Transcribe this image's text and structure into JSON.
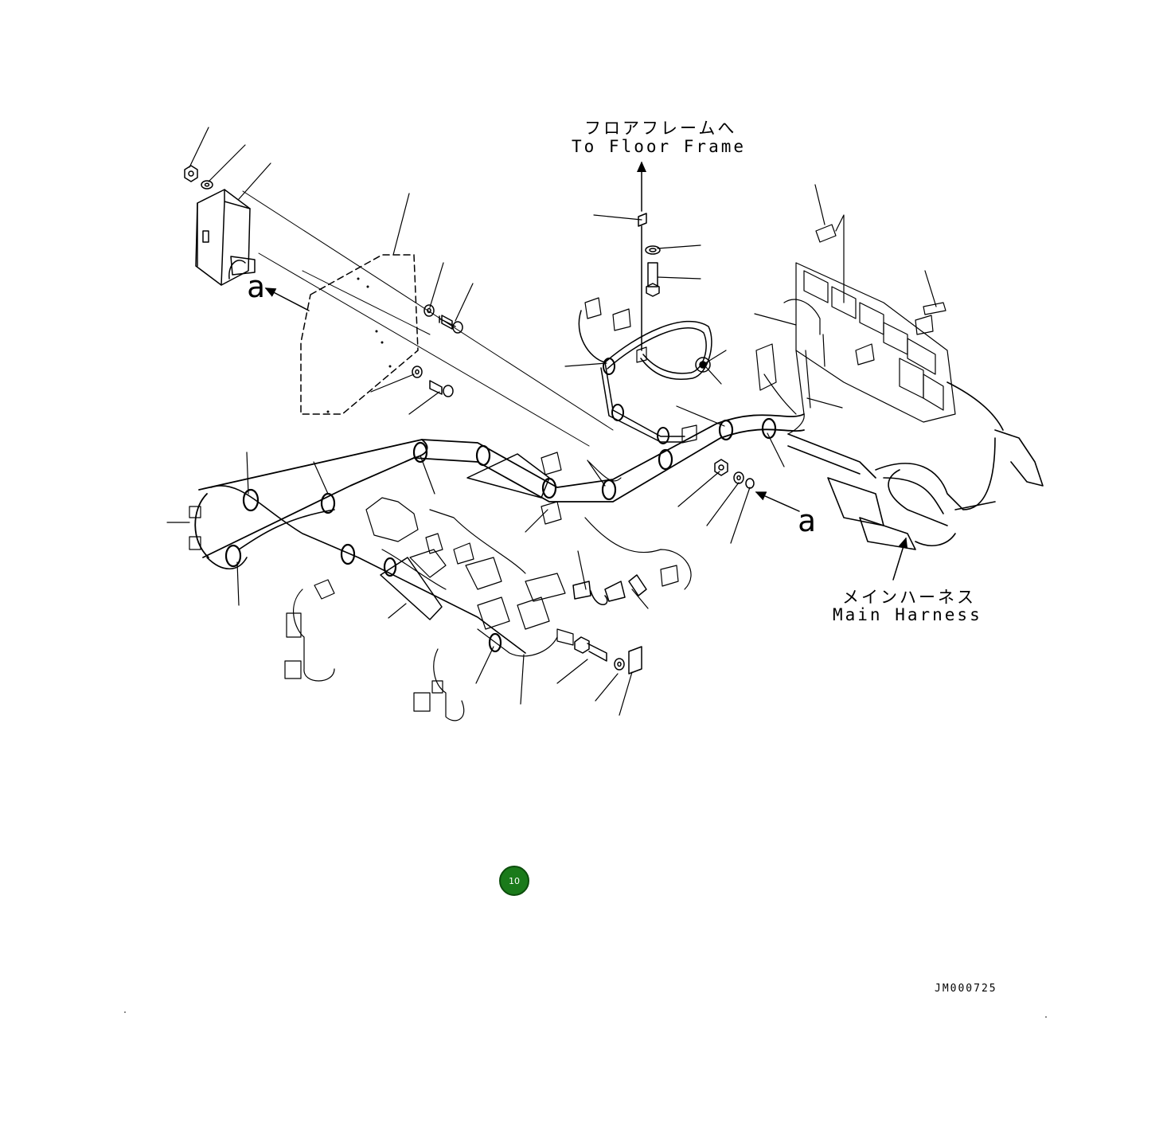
{
  "labels": {
    "to_floor_frame_jp": "フロアフレームへ",
    "to_floor_frame_en": "To Floor Frame",
    "main_harness_jp": "メインハーネス",
    "main_harness_en": "Main Harness",
    "detail_ref_a": "a",
    "detail_ref_a_second": "a",
    "drawing_code": "JM000725"
  },
  "page_badge": {
    "number": "10",
    "color": "#1a7a1a"
  },
  "colors": {
    "line": "#000000",
    "background": "#ffffff"
  }
}
